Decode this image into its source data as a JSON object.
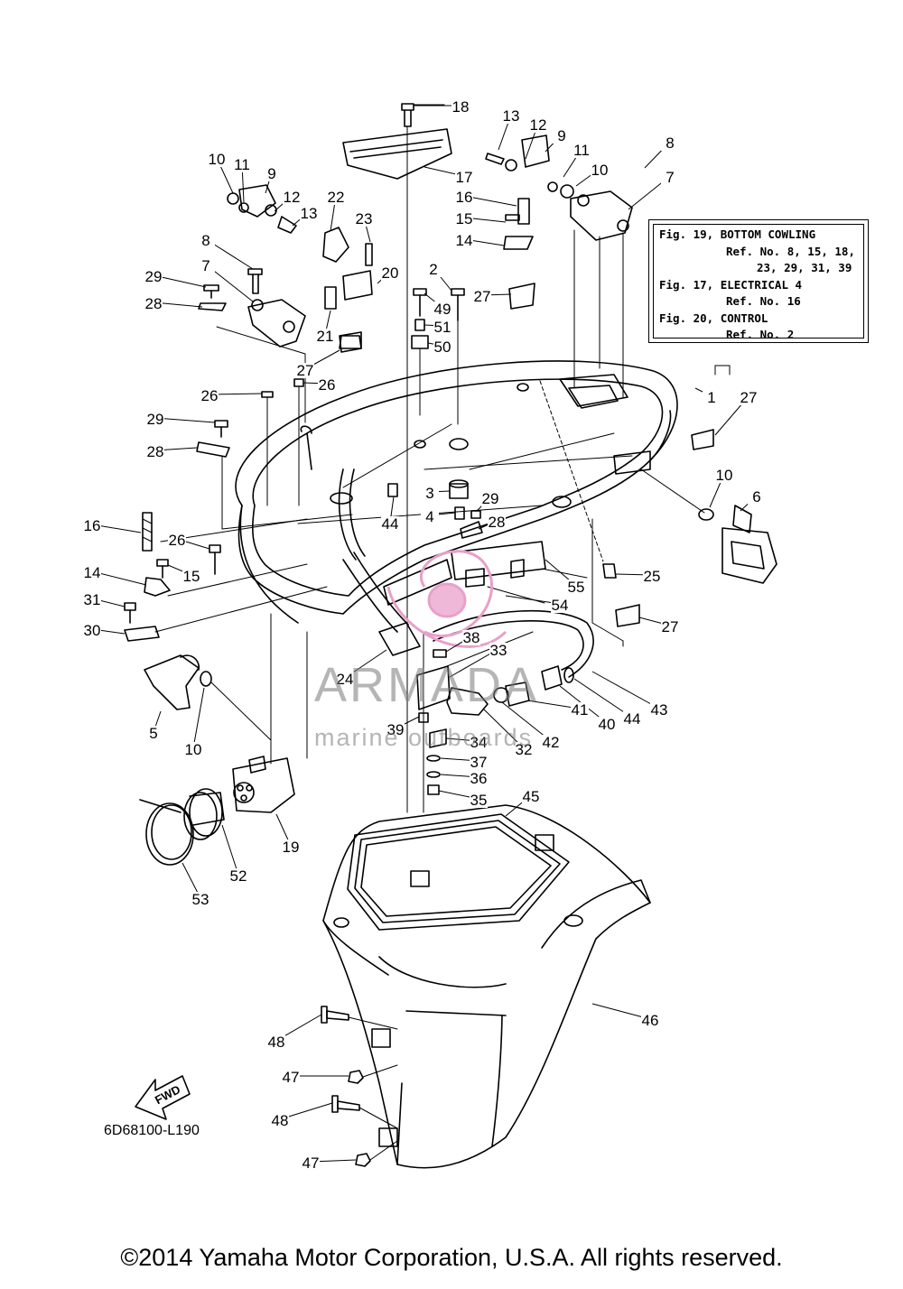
{
  "diagram": {
    "drawing_id": "6D68100-L190",
    "fwd_label": "FWD",
    "copyright": "©2014 Yamaha Motor Corporation, U.S.A. All rights reserved.",
    "watermark": {
      "title": "ARMADA",
      "subtitle": "marine outboards"
    },
    "reference_box": {
      "line1": "Fig. 19, BOTTOM COWLING",
      "line2": "Ref. No. 8, 15, 18,",
      "line3": "23, 29, 31, 39",
      "line4": "Fig. 17, ELECTRICAL 4",
      "line5": "Ref. No. 16",
      "line6": "Fig. 20, CONTROL",
      "line7": "Ref. No. 2"
    },
    "callouts": [
      {
        "id": "c18",
        "label": "18"
      },
      {
        "id": "c17",
        "label": "17"
      },
      {
        "id": "c13a",
        "label": "13"
      },
      {
        "id": "c12a",
        "label": "12"
      },
      {
        "id": "c9a",
        "label": "9"
      },
      {
        "id": "c11a",
        "label": "11"
      },
      {
        "id": "c10a",
        "label": "10"
      },
      {
        "id": "c8a",
        "label": "8"
      },
      {
        "id": "c7a",
        "label": "7"
      },
      {
        "id": "c16a",
        "label": "16"
      },
      {
        "id": "c15a",
        "label": "15"
      },
      {
        "id": "c14a",
        "label": "14"
      },
      {
        "id": "c10b",
        "label": "10"
      },
      {
        "id": "c11b",
        "label": "11"
      },
      {
        "id": "c9b",
        "label": "9"
      },
      {
        "id": "c12b",
        "label": "12"
      },
      {
        "id": "c13b",
        "label": "13"
      },
      {
        "id": "c22",
        "label": "22"
      },
      {
        "id": "c23",
        "label": "23"
      },
      {
        "id": "c8b",
        "label": "8"
      },
      {
        "id": "c7b",
        "label": "7"
      },
      {
        "id": "c20",
        "label": "20"
      },
      {
        "id": "c29a",
        "label": "29"
      },
      {
        "id": "c28a",
        "label": "28"
      },
      {
        "id": "c21",
        "label": "21"
      },
      {
        "id": "c2",
        "label": "2"
      },
      {
        "id": "c49",
        "label": "49"
      },
      {
        "id": "c51",
        "label": "51"
      },
      {
        "id": "c50",
        "label": "50"
      },
      {
        "id": "c27a",
        "label": "27"
      },
      {
        "id": "c27b",
        "label": "27"
      },
      {
        "id": "c26a",
        "label": "26"
      },
      {
        "id": "c26b",
        "label": "26"
      },
      {
        "id": "c29b",
        "label": "29"
      },
      {
        "id": "c28b",
        "label": "28"
      },
      {
        "id": "c1",
        "label": "1"
      },
      {
        "id": "c27c",
        "label": "27"
      },
      {
        "id": "c10c",
        "label": "10"
      },
      {
        "id": "c6",
        "label": "6"
      },
      {
        "id": "c3",
        "label": "3"
      },
      {
        "id": "c29c",
        "label": "29"
      },
      {
        "id": "c4",
        "label": "4"
      },
      {
        "id": "c28c",
        "label": "28"
      },
      {
        "id": "c44a",
        "label": "44"
      },
      {
        "id": "c16b",
        "label": "16"
      },
      {
        "id": "c26c",
        "label": "26"
      },
      {
        "id": "c15b",
        "label": "15"
      },
      {
        "id": "c14b",
        "label": "14"
      },
      {
        "id": "c25",
        "label": "25"
      },
      {
        "id": "c55",
        "label": "55"
      },
      {
        "id": "c54",
        "label": "54"
      },
      {
        "id": "c31",
        "label": "31"
      },
      {
        "id": "c30",
        "label": "30"
      },
      {
        "id": "c27d",
        "label": "27"
      },
      {
        "id": "c38",
        "label": "38"
      },
      {
        "id": "c33",
        "label": "33"
      },
      {
        "id": "c24",
        "label": "24"
      },
      {
        "id": "c5",
        "label": "5"
      },
      {
        "id": "c10d",
        "label": "10"
      },
      {
        "id": "c43",
        "label": "43"
      },
      {
        "id": "c44b",
        "label": "44"
      },
      {
        "id": "c40",
        "label": "40"
      },
      {
        "id": "c41",
        "label": "41"
      },
      {
        "id": "c42",
        "label": "42"
      },
      {
        "id": "c32",
        "label": "32"
      },
      {
        "id": "c39",
        "label": "39"
      },
      {
        "id": "c34",
        "label": "34"
      },
      {
        "id": "c37",
        "label": "37"
      },
      {
        "id": "c36",
        "label": "36"
      },
      {
        "id": "c35",
        "label": "35"
      },
      {
        "id": "c45",
        "label": "45"
      },
      {
        "id": "c19",
        "label": "19"
      },
      {
        "id": "c52",
        "label": "52"
      },
      {
        "id": "c53",
        "label": "53"
      },
      {
        "id": "c46",
        "label": "46"
      },
      {
        "id": "c48a",
        "label": "48"
      },
      {
        "id": "c47a",
        "label": "47"
      },
      {
        "id": "c48b",
        "label": "48"
      },
      {
        "id": "c47b",
        "label": "47"
      }
    ]
  }
}
